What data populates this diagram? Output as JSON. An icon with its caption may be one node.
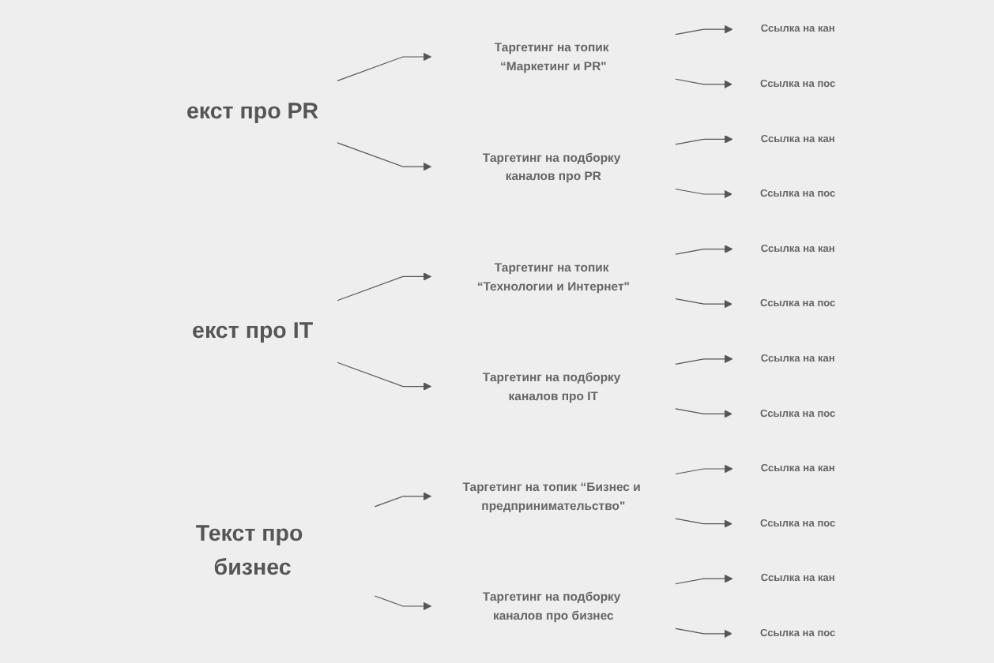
{
  "diagram": {
    "nodes": [
      {
        "text": [
          "екст про PR"
        ]
      },
      {
        "text": [
          "Таргетинг на топик “Маркетинг и PR\""
        ]
      },
      {
        "text": [
          "Ссылка на кан"
        ]
      },
      {
        "text": [
          "Ссылка на пос"
        ]
      },
      {
        "text": [
          "Таргетинг на подборку каналов про PR"
        ]
      },
      {
        "text": [
          "Ссылка на кан"
        ]
      },
      {
        "text": [
          "Ссылка на пос"
        ]
      },
      {
        "text": [
          "екст про IT"
        ]
      },
      {
        "text": [
          "Таргетинг на топик “Технологии и Интернет\""
        ]
      },
      {
        "text": [
          "Ссылка на кан"
        ]
      },
      {
        "text": [
          "Ссылка на пос"
        ]
      },
      {
        "text": [
          "Таргетинг на подборку каналов про IT"
        ]
      },
      {
        "text": [
          "Ссылка на кан"
        ]
      },
      {
        "text": [
          "Ссылка на пос"
        ]
      },
      {
        "text": [
          "Текст про бизнес"
        ]
      },
      {
        "text": [
          "Таргетинг на топик “Бизнес и предпринимательство\""
        ]
      },
      {
        "text": [
          "Ссылка на кан"
        ]
      },
      {
        "text": [
          "Ссылка на пос"
        ]
      },
      {
        "text": [
          "Таргетинг на подборку каналов про бизнес"
        ]
      },
      {
        "text": [
          "Ссылка на кан"
        ]
      },
      {
        "text": [
          "Ссылка на пос"
        ]
      }
    ],
    "edges": [
      {
        "from": 0,
        "to": 1,
        "arrow": "to"
      },
      {
        "from": 0,
        "to": 4,
        "arrow": "to"
      },
      {
        "from": 1,
        "to": 2,
        "arrow": "to"
      },
      {
        "from": 1,
        "to": 3,
        "arrow": "to"
      },
      {
        "from": 4,
        "to": 5,
        "arrow": "to"
      },
      {
        "from": 4,
        "to": 6,
        "arrow": "to"
      },
      {
        "from": 7,
        "to": 8,
        "arrow": "to"
      },
      {
        "from": 7,
        "to": 11,
        "arrow": "to"
      },
      {
        "from": 8,
        "to": 9,
        "arrow": "to"
      },
      {
        "from": 8,
        "to": 10,
        "arrow": "to"
      },
      {
        "from": 11,
        "to": 12,
        "arrow": "to"
      },
      {
        "from": 11,
        "to": 13,
        "arrow": "to"
      },
      {
        "from": 14,
        "to": 15,
        "arrow": "to"
      },
      {
        "from": 14,
        "to": 18,
        "arrow": "to"
      },
      {
        "from": 15,
        "to": 16,
        "arrow": "to"
      },
      {
        "from": 15,
        "to": 17,
        "arrow": "to"
      },
      {
        "from": 18,
        "to": 19,
        "arrow": "to"
      },
      {
        "from": 18,
        "to": 20,
        "arrow": "to"
      }
    ]
  }
}
